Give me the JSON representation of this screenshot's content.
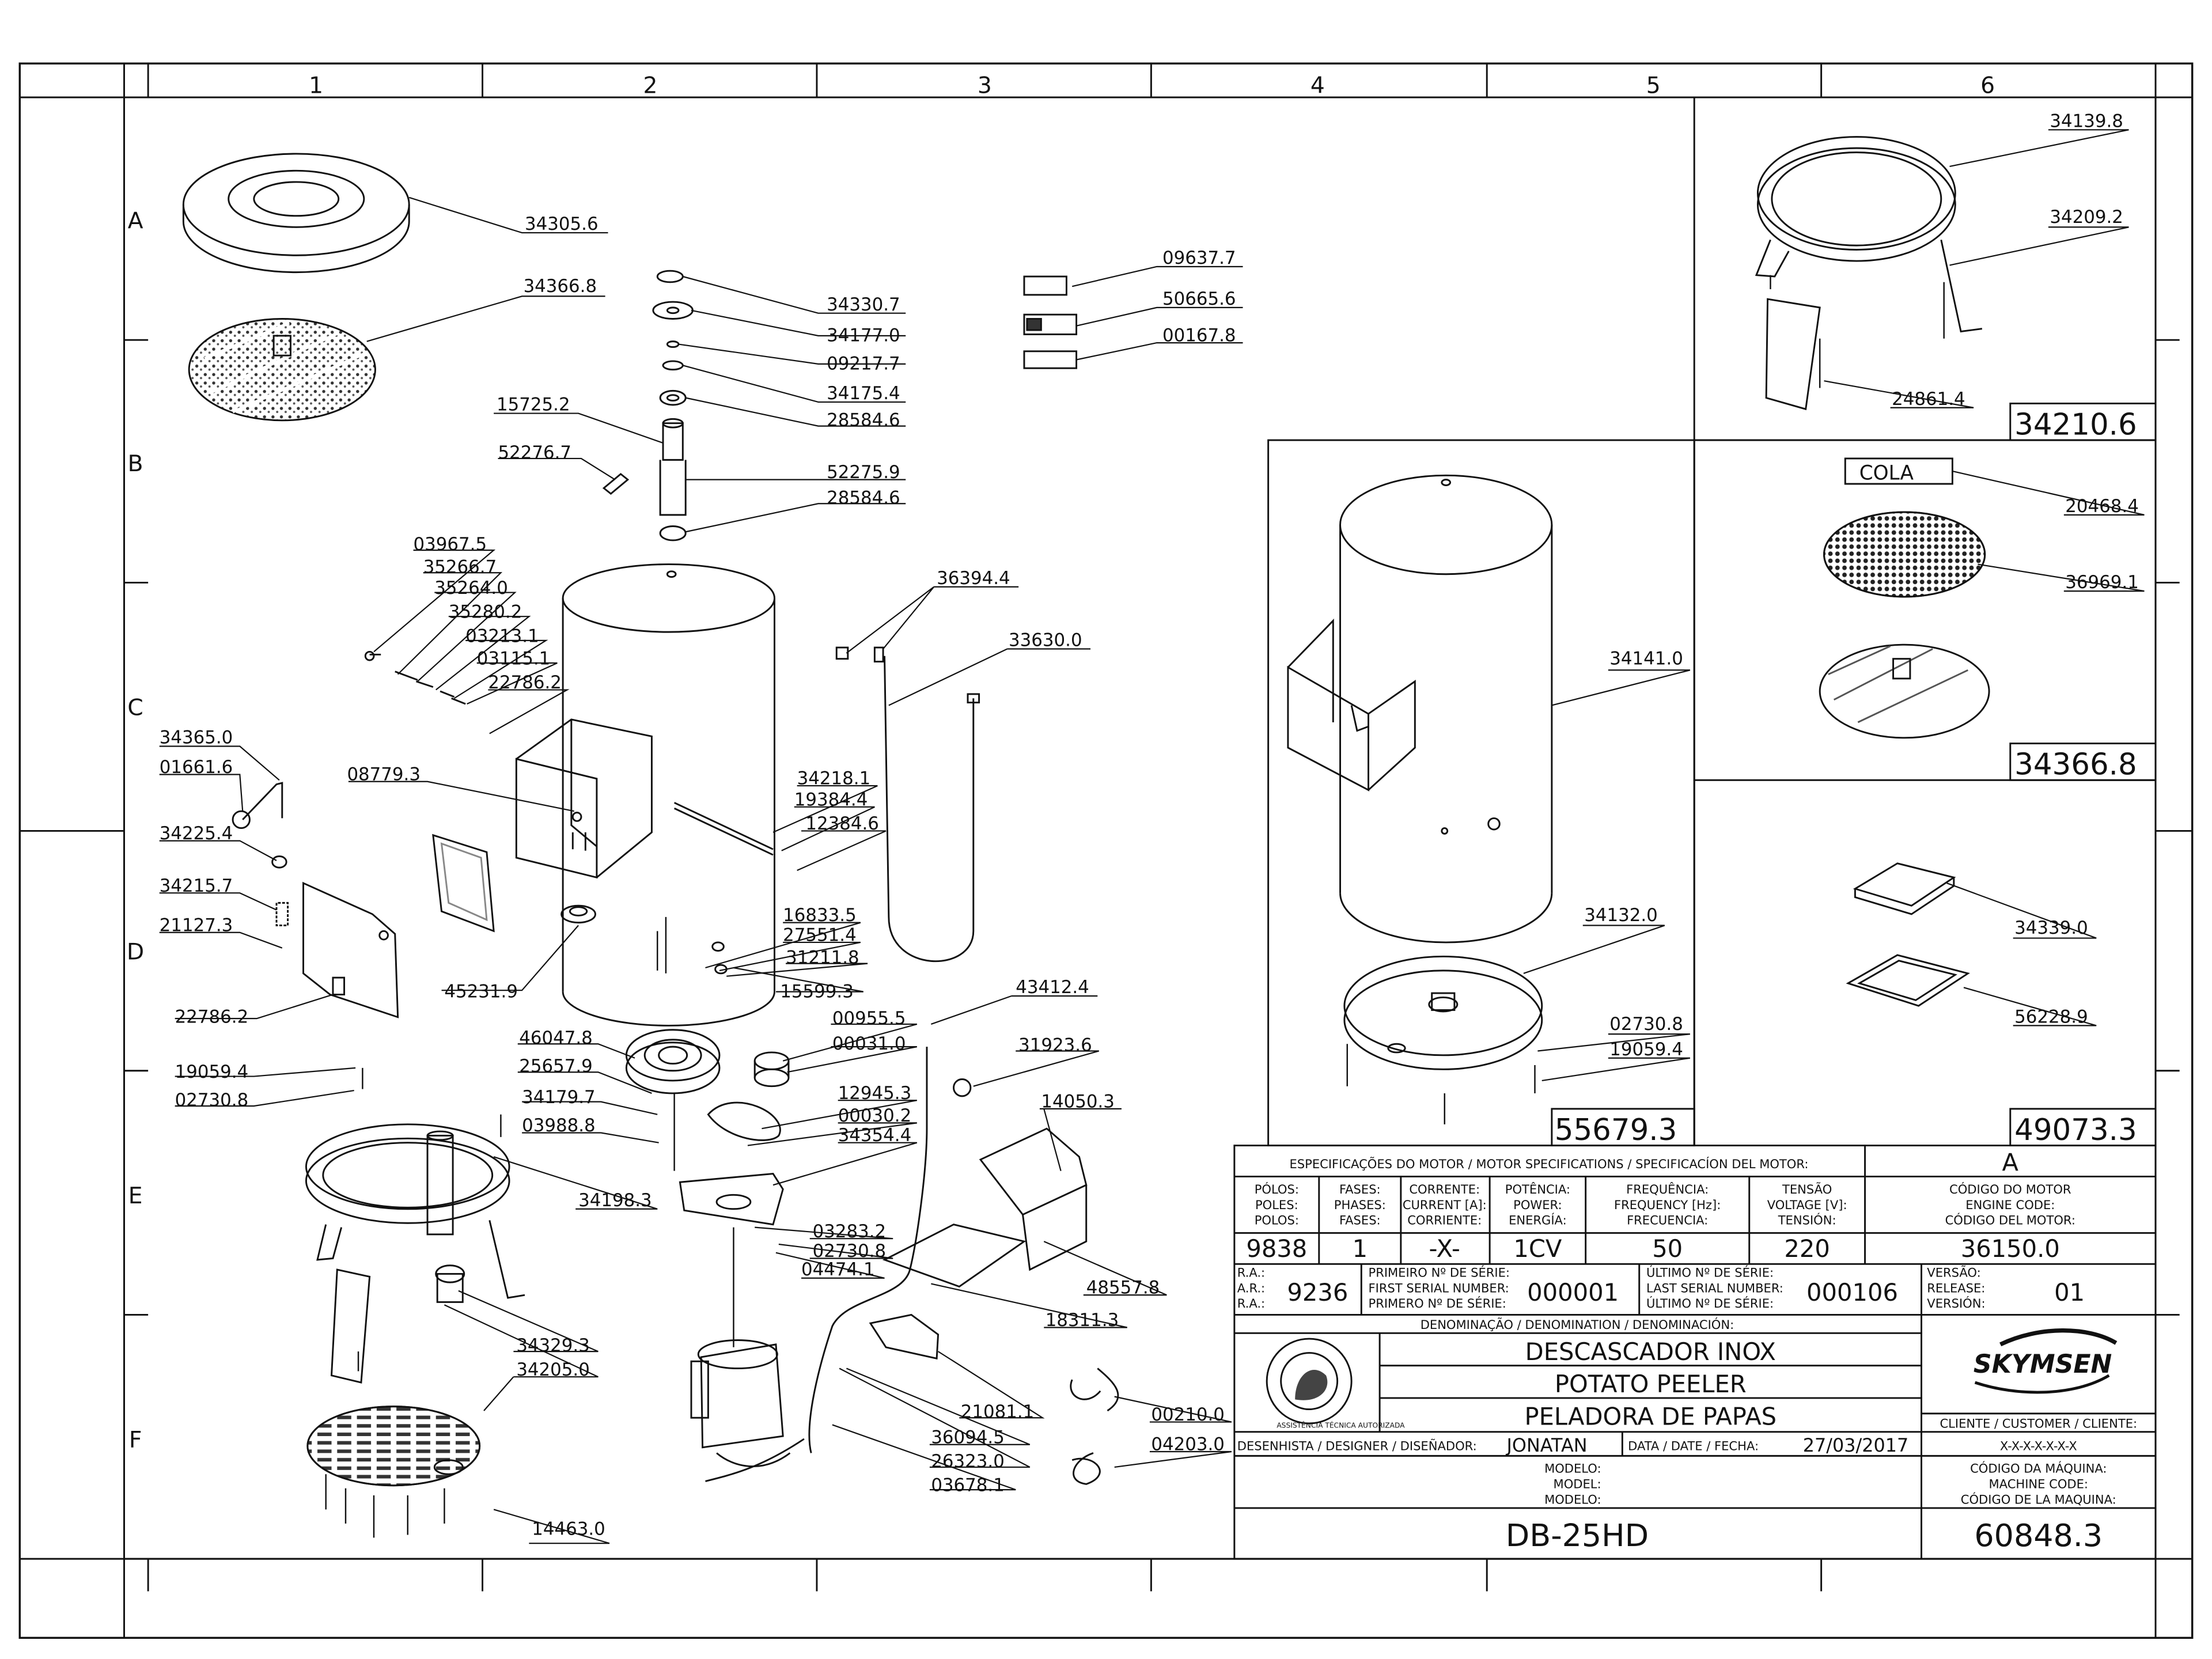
{
  "grid": {
    "columns": [
      "1",
      "2",
      "3",
      "4",
      "5",
      "6"
    ],
    "rows": [
      "A",
      "B",
      "C",
      "D",
      "E",
      "F"
    ]
  },
  "callouts": {
    "c34305_6": "34305.6",
    "c34366_8": "34366.8",
    "c34330_7": "34330.7",
    "c34177_0": "34177.0",
    "c09217_7": "09217.7",
    "c34175_4": "34175.4",
    "c28584_6a": "28584.6",
    "c15725_2": "15725.2",
    "c52276_7": "52276.7",
    "c52275_9": "52275.9",
    "c28584_6b": "28584.6",
    "c09637_7": "09637.7",
    "c50665_6": "50665.6",
    "c00167_8": "00167.8",
    "c03967_5": "03967.5",
    "c35266_7": "35266.7",
    "c35264_0": "35264.0",
    "c35280_2": "35280.2",
    "c03213_1": "03213.1",
    "c03115_1": "03115.1",
    "c22786_2a": "22786.2",
    "c36394_4": "36394.4",
    "c33630_0": "33630.0",
    "c34365_0": "34365.0",
    "c01661_6": "01661.6",
    "c08779_3": "08779.3",
    "c34218_1": "34218.1",
    "c19384_4": "19384.4",
    "c12384_6": "12384.6",
    "c34225_4": "34225.4",
    "c34215_7": "34215.7",
    "c21127_3": "21127.3",
    "c16833_5": "16833.5",
    "c27551_4": "27551.4",
    "c31211_8": "31211.8",
    "c15599_3": "15599.3",
    "c45231_9": "45231.9",
    "c22786_2b": "22786.2",
    "c43412_4": "43412.4",
    "c00955_5": "00955.5",
    "c00031_0": "00031.0",
    "c46047_8": "46047.8",
    "c25657_9": "25657.9",
    "c31923_6": "31923.6",
    "c19059_4a": "19059.4",
    "c02730_8a": "02730.8",
    "c34179_7": "34179.7",
    "c12945_3": "12945.3",
    "c00030_2": "00030.2",
    "c14050_3": "14050.3",
    "c03988_8": "03988.8",
    "c34354_4": "34354.4",
    "c34198_3": "34198.3",
    "c03283_2": "03283.2",
    "c02730_8b": "02730.8",
    "c04474_1": "04474.1",
    "c48557_8": "48557.8",
    "c18311_3": "18311.3",
    "c34329_3": "34329.3",
    "c34205_0": "34205.0",
    "c21081_1": "21081.1",
    "c36094_5": "36094.5",
    "c00210_0": "00210.0",
    "c26323_0": "26323.0",
    "c04203_0": "04203.0",
    "c03678_1": "03678.1",
    "c14463_0": "14463.0",
    "c34141_0": "34141.0",
    "c34132_0": "34132.0",
    "c02730_8c": "02730.8",
    "c19059_4b": "19059.4",
    "c34139_8": "34139.8",
    "c34209_2": "34209.2",
    "c24861_4": "24861.4",
    "c20468_4": "20468.4",
    "c36969_1": "36969.1",
    "c34339_0": "34339.0",
    "c56228_9": "56228.9"
  },
  "kits": {
    "k55679_3": "55679.3",
    "k34210_6": "34210.6",
    "k34366_8": "34366.8",
    "k49073_3": "49073.3"
  },
  "cola_label": "COLA",
  "title_block": {
    "motor_spec_title": "ESPECIFICAÇÕES DO MOTOR / MOTOR SPECIFICATIONS / SPECIFICACÍON DEL MOTOR:",
    "revision_letter": "A",
    "poles_h1": "PÓLOS:",
    "poles_h2": "POLES:",
    "poles_h3": "POLOS:",
    "phases_h1": "FASES:",
    "phases_h2": "PHASES:",
    "phases_h3": "FASES:",
    "current_h1": "CORRENTE:",
    "current_h2": "CURRENT [A]:",
    "current_h3": "CORRIENTE:",
    "power_h1": "POTÊNCIA:",
    "power_h2": "POWER:",
    "power_h3": "ENERGÍA:",
    "freq_h1": "FREQUÊNCIA:",
    "freq_h2": "FREQUENCY [Hz]:",
    "freq_h3": "FRECUENCIA:",
    "volt_h1": "TENSÃO",
    "volt_h2": "VOLTAGE [V]:",
    "volt_h3": "TENSIÓN:",
    "engine_h1": "CÓDIGO DO MOTOR",
    "engine_h2": "ENGINE CODE:",
    "engine_h3": "CÓDIGO DEL MOTOR:",
    "poles_val": "9838",
    "phases_val": "1",
    "current_val": "-X-",
    "power_val": "1CV",
    "freq_val": "50",
    "volt_val": "220",
    "engine_val": "36150.0",
    "ra1": "R.A.:",
    "ra2": "A.R.:",
    "ra3": "R.A.:",
    "ra_val": "9236",
    "first1": "PRIMEIRO Nº DE SÉRIE:",
    "first2": "FIRST SERIAL NUMBER:",
    "first3": "PRIMERO Nº DE SÉRIE:",
    "first_val": "000001",
    "last1": "ÚLTIMO Nº DE SÉRIE:",
    "last2": "LAST SERIAL NUMBER:",
    "last3": "ÚLTIMO Nº DE SÉRIE:",
    "last_val": "000106",
    "rel1": "VERSÃO:",
    "rel2": "RELEASE:",
    "rel3": "VERSIÓN:",
    "rel_val": "01",
    "denomination_h": "DENOMINAÇÃO / DENOMINATION / DENOMINACIÓN:",
    "name_pt": "DESCASCADOR INOX",
    "name_en": "POTATO PEELER",
    "name_es": "PELADORA DE PAPAS",
    "seal_text": "ASSISTÊNCIA TÉCNICA AUTORIZADA",
    "brand": "SKYMSEN",
    "designer_h": "DESENHISTA / DESIGNER / DISEÑADOR:",
    "designer_val": "JONATAN",
    "date_h": "DATA / DATE / FECHA:",
    "date_val": "27/03/2017",
    "client_h": "CLIENTE / CUSTOMER / CLIENTE:",
    "client_val": "X-X-X-X-X-X-X",
    "model1": "MODELO:",
    "model2": "MODEL:",
    "model3": "MODELO:",
    "mcode1": "CÓDIGO DA MÁQUINA:",
    "mcode2": "MACHINE CODE:",
    "mcode3": "CÓDIGO DE LA MAQUINA:",
    "model_val": "DB-25HD",
    "mcode_val": "60848.3"
  },
  "colors": {
    "line": "#111111",
    "paper": "#ffffff",
    "screen": "#9a9a9a"
  }
}
